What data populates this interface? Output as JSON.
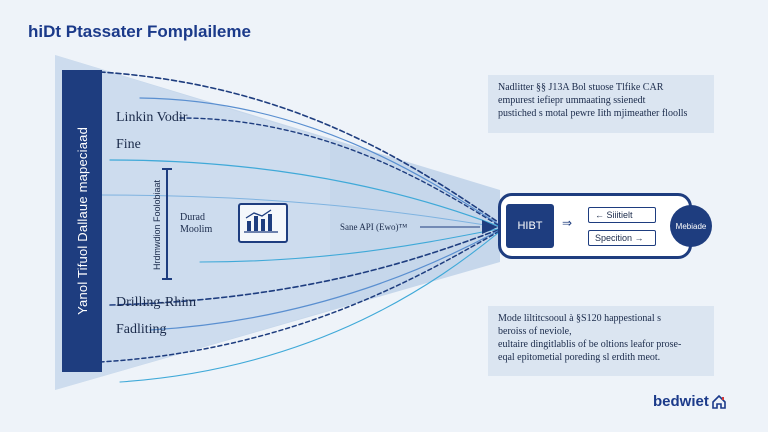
{
  "header": {
    "title": "hiDt Ptassater Fomplaileme"
  },
  "sidebar": {
    "text": "Yanol Tifuol Dallaue mapeciaad"
  },
  "labels": {
    "linkin": "Linkin Vodir",
    "fine": "Fine",
    "drilling": "Drilling‐Rhim",
    "fadliting": "Fadliting",
    "vertical": "Hrdmwdion Foolobiaat",
    "durad_line1": "Durad",
    "durad_line2": "Moolim",
    "sane_api": "Sane API (Ewo)™"
  },
  "info_top": {
    "line1": "Nadlitter §§ J13A Bol stuose Tlfike CAR",
    "line2": "empurest iefiepr ummaating ssienedt",
    "line3": "pustiched s motal pewre Iith mjimeather floolls"
  },
  "info_bottom": {
    "line1": "Mode liltitcsooul à §S120 happestional s",
    "line2": "beroiss of neviole,",
    "line3": "eultaire dingitlablis of be oltions leafor prose-",
    "line4": "eqal epitometial poreding sl erdith meot."
  },
  "pipeline": {
    "hibt": "HIBT",
    "arrow": "⇒",
    "box1": "← Siiitielt",
    "box2": "Specition →",
    "circle": "Mebiade"
  },
  "brand": {
    "name": "bedwiet"
  },
  "colors": {
    "primary": "#1e3d7f",
    "funnel": "#b8cde6",
    "panel": "#dbe5f1",
    "background": "#eef3f9"
  }
}
